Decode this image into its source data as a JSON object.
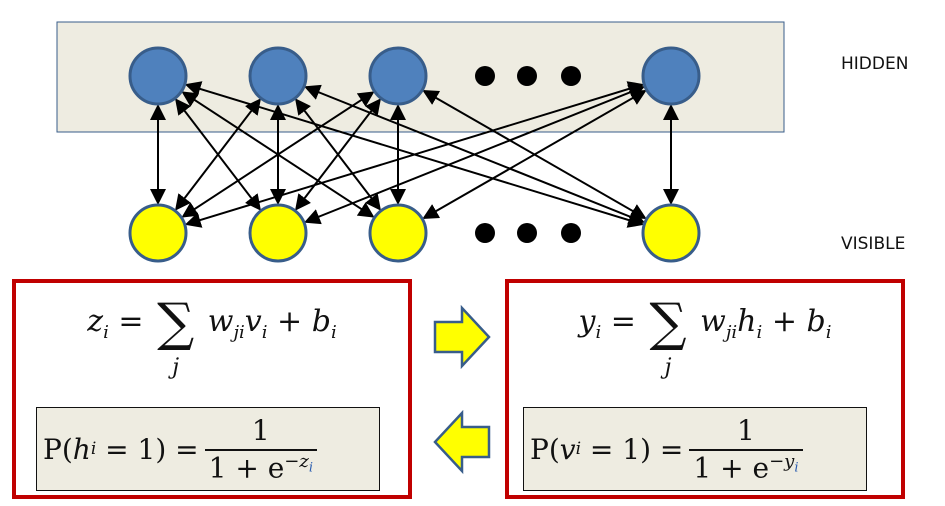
{
  "layers": {
    "hidden": {
      "label": "HIDDEN",
      "node_count_shown": 4,
      "ellipsis": true,
      "node_color": "#4f81bd",
      "node_border": "#385d8a",
      "panel_color": "#eeece1"
    },
    "visible": {
      "label": "VISIBLE",
      "node_count_shown": 4,
      "ellipsis": true,
      "node_color": "#ffff00",
      "node_border": "#385d8a"
    }
  },
  "connections": "fully-connected-bidirectional",
  "left_panel": {
    "equation": {
      "lhs": "z",
      "lhs_sub": "i",
      "sum_index": "j",
      "term_w": "w",
      "term_w_sub": "ji",
      "term_x": "v",
      "term_x_sub": "i",
      "bias": "b",
      "bias_sub": "i"
    },
    "probability": {
      "prefix": "P(",
      "var": "h",
      "var_sub": "i",
      "cond": " = 1) =",
      "numerator": "1",
      "den_prefix": "1 + e",
      "exp": "−z",
      "exp_sub": "i"
    }
  },
  "right_panel": {
    "equation": {
      "lhs": "y",
      "lhs_sub": "i",
      "sum_index": "j",
      "term_w": "w",
      "term_w_sub": "ji",
      "term_x": "h",
      "term_x_sub": "i",
      "bias": "b",
      "bias_sub": "i"
    },
    "probability": {
      "prefix": "P(",
      "var": "v",
      "var_sub": "i",
      "cond": " = 1) =",
      "numerator": "1",
      "den_prefix": "1 + e",
      "exp": "−y",
      "exp_sub": "i"
    }
  },
  "flow_arrows": [
    {
      "direction": "right",
      "meaning": "hidden-to-visible"
    },
    {
      "direction": "left",
      "meaning": "visible-to-hidden"
    }
  ],
  "colors": {
    "panel_border": "#c00000",
    "arrow_fill": "#ffff00",
    "arrow_border": "#385d8a"
  }
}
